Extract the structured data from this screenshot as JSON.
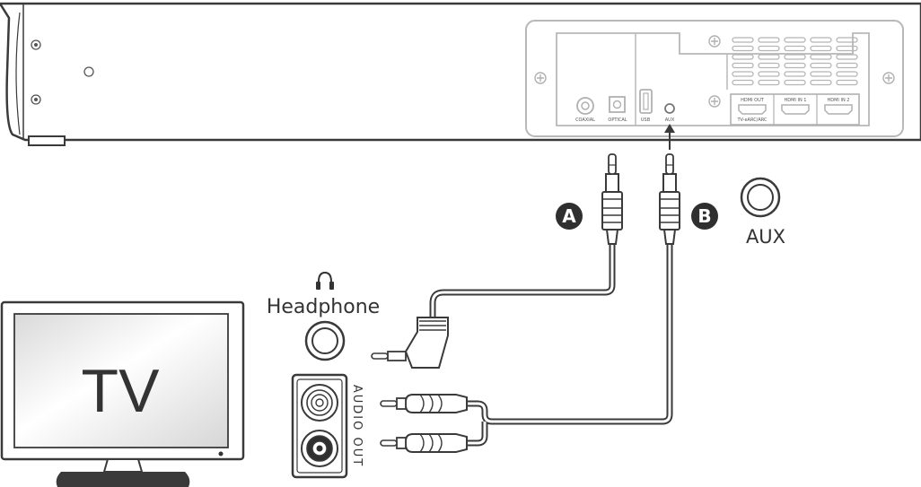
{
  "labels": {
    "tv": "TV",
    "headphone": "Headphone",
    "aux": "AUX",
    "audio_out": "AUDIO OUT",
    "cable_a": "A",
    "cable_b": "B"
  },
  "panel_ports": {
    "coaxial": "COAXIAL",
    "optical": "OPTICAL",
    "usb": "USB",
    "aux": "AUX",
    "hdmi_out": "HDMI OUT",
    "hdmi_out_sub": "TV-eARC/ARC",
    "hdmi_in_1": "HDMI IN 1",
    "hdmi_in_2": "HDMI IN 2"
  },
  "colors": {
    "stroke": "#3a3a3a",
    "panel_stroke": "#b5b5b5",
    "badge": "#2f2f2f",
    "tv_screen": "#e6e6e6"
  }
}
